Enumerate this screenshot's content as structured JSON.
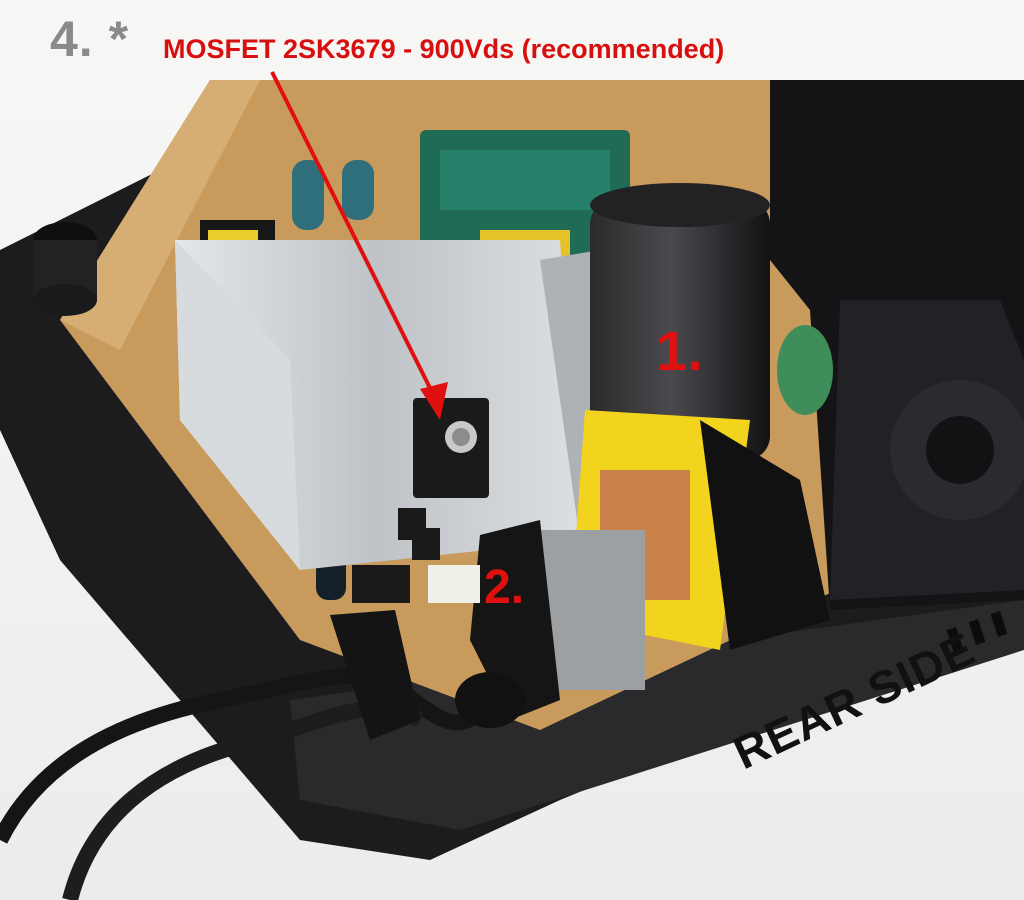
{
  "photo": {
    "step_number": "4. *",
    "headline": "MOSFET 2SK3679 - 900Vds (recommended)",
    "label_1": "1.",
    "label_2": "2.",
    "rear_side": "REAR SIDE",
    "colors": {
      "annotation_red": "#e01010",
      "pcb": "#c89a5c",
      "case": "#1c1c1e",
      "heatsink": "#c9ccd0",
      "transformer_green": "#1f6b55",
      "inductor_yellow": "#f2d41e"
    }
  }
}
